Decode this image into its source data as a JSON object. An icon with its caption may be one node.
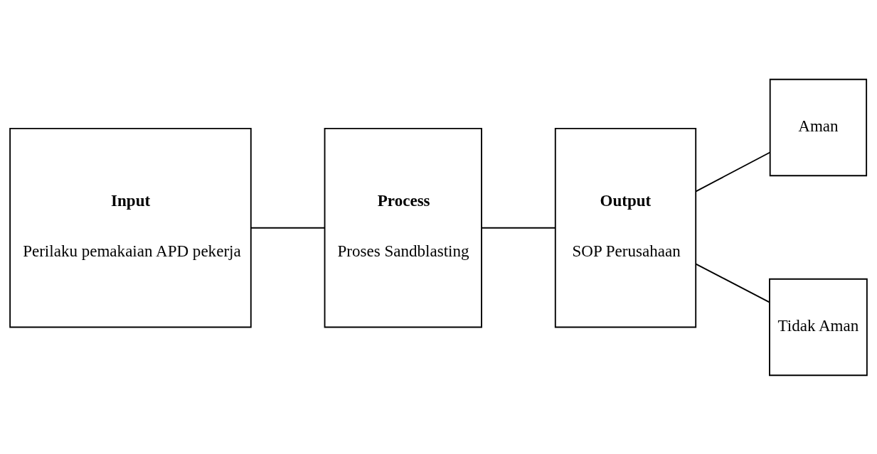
{
  "diagram": {
    "nodes": [
      {
        "text": [
          "Input",
          "Perilaku pemakaian APD pekerja"
        ]
      },
      {
        "text": [
          "Process",
          "Proses Sandblasting"
        ]
      },
      {
        "text": [
          "Output",
          "SOP Perusahaan"
        ]
      },
      {
        "text": [
          "Aman"
        ]
      },
      {
        "text": [
          "Tidak Aman"
        ]
      }
    ],
    "edges": [
      {
        "from": 0,
        "to": 1,
        "arrow": "none"
      },
      {
        "from": 1,
        "to": 2,
        "arrow": "none"
      },
      {
        "from": 2,
        "to": 3,
        "arrow": "none"
      },
      {
        "from": 2,
        "to": 4,
        "arrow": "none"
      }
    ]
  }
}
